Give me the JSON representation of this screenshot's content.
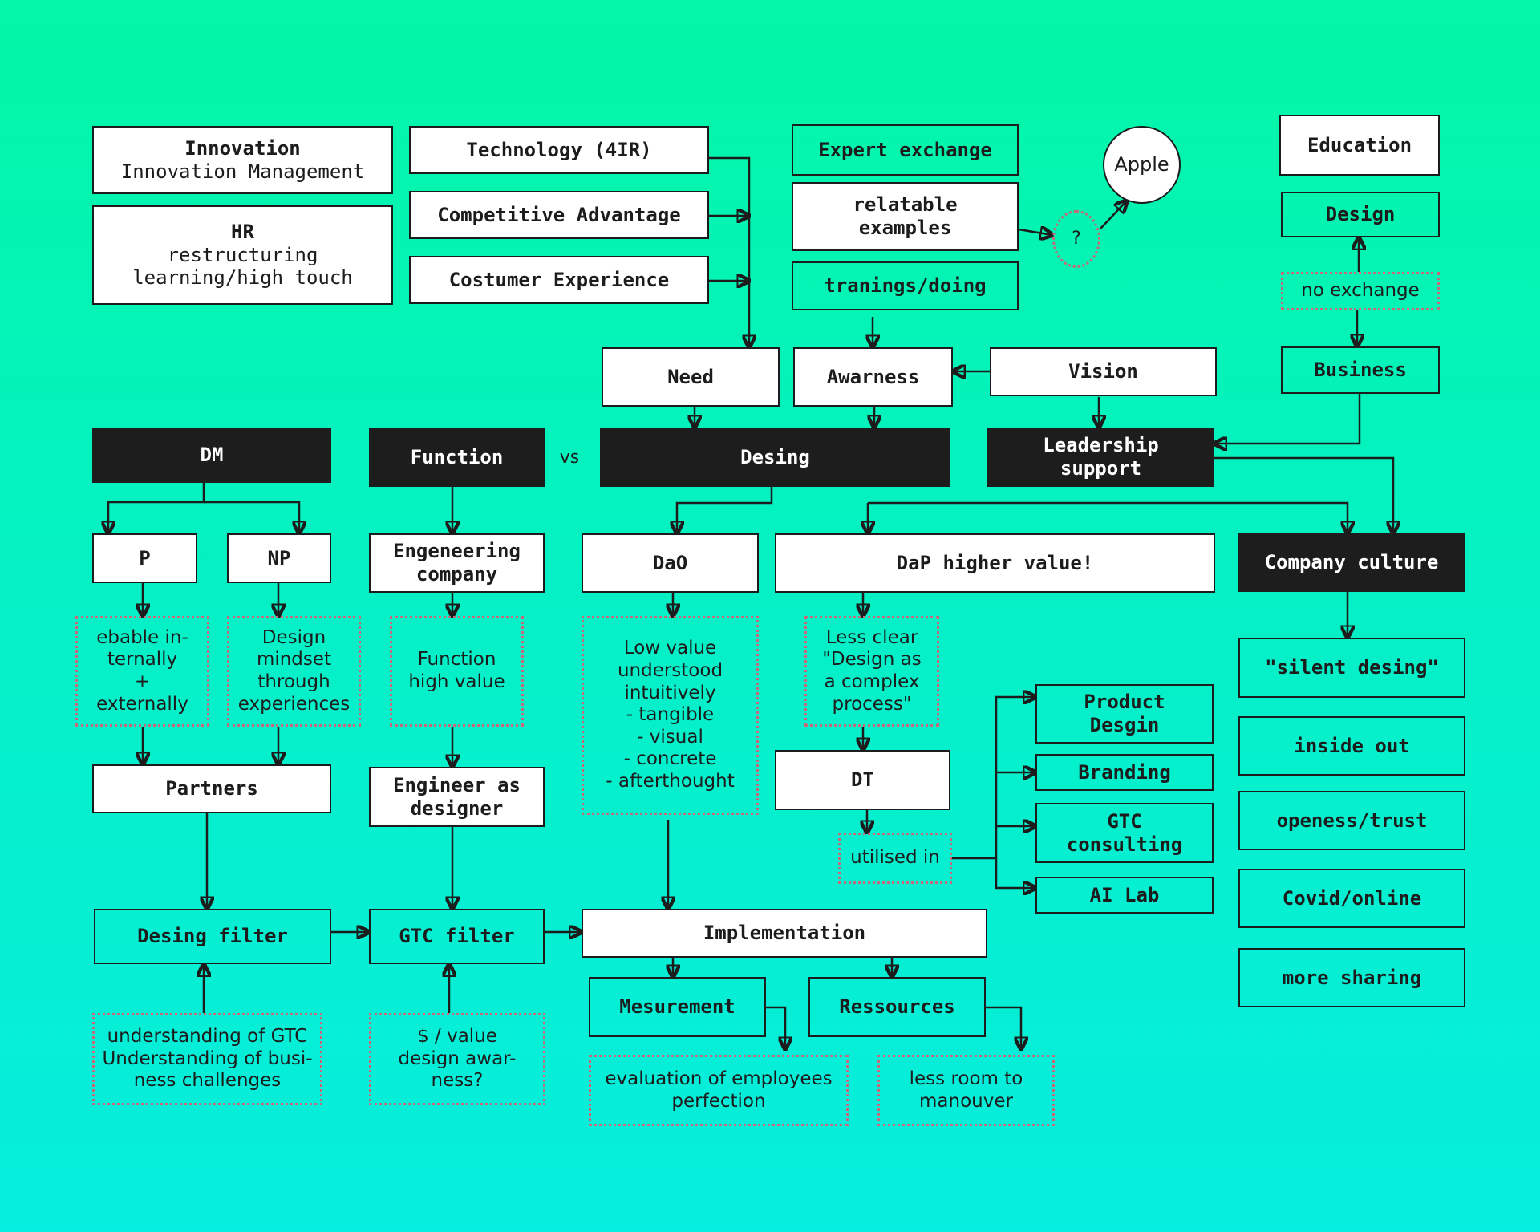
{
  "nodes": [
    {
      "id": "innovation",
      "lines": [
        "Innovation",
        "Innovation Management"
      ]
    },
    {
      "id": "hr",
      "lines": [
        "HR",
        "restructuring",
        "learning/high touch"
      ]
    },
    {
      "id": "technology",
      "lines": [
        "Technology (4IR)"
      ]
    },
    {
      "id": "competitive",
      "lines": [
        "Competitive Advantage"
      ]
    },
    {
      "id": "costumer",
      "lines": [
        "Costumer Experience"
      ]
    },
    {
      "id": "expert",
      "lines": [
        "Expert exchange"
      ]
    },
    {
      "id": "relatable",
      "lines": [
        "relatable",
        "examples"
      ]
    },
    {
      "id": "tranings",
      "lines": [
        "tranings/doing"
      ]
    },
    {
      "id": "apple",
      "lines": [
        "Apple"
      ]
    },
    {
      "id": "question",
      "lines": [
        "?"
      ]
    },
    {
      "id": "education",
      "lines": [
        "Education"
      ]
    },
    {
      "id": "design_edu",
      "lines": [
        "Design"
      ]
    },
    {
      "id": "no_exchange",
      "lines": [
        "no exchange"
      ]
    },
    {
      "id": "business",
      "lines": [
        "Business"
      ]
    },
    {
      "id": "need",
      "lines": [
        "Need"
      ]
    },
    {
      "id": "awarness",
      "lines": [
        "Awarness"
      ]
    },
    {
      "id": "vision",
      "lines": [
        "Vision"
      ]
    },
    {
      "id": "dm",
      "lines": [
        "DM"
      ]
    },
    {
      "id": "function",
      "lines": [
        "Function"
      ]
    },
    {
      "id": "vs",
      "lines": [
        "vs"
      ]
    },
    {
      "id": "desing",
      "lines": [
        "Desing"
      ]
    },
    {
      "id": "leadership",
      "lines": [
        "Leadership",
        "support"
      ]
    },
    {
      "id": "p",
      "lines": [
        "P"
      ]
    },
    {
      "id": "np",
      "lines": [
        "NP"
      ]
    },
    {
      "id": "engeneering",
      "lines": [
        "Engeneering",
        "company"
      ]
    },
    {
      "id": "dao",
      "lines": [
        "DaO"
      ]
    },
    {
      "id": "dap",
      "lines": [
        "DaP higher value!"
      ]
    },
    {
      "id": "company_culture",
      "lines": [
        "Company culture"
      ]
    },
    {
      "id": "ebable",
      "lines": [
        "ebable in-",
        "ternally",
        "+",
        "externally"
      ]
    },
    {
      "id": "design_mindset",
      "lines": [
        "Design",
        "mindset",
        "through",
        "experiences"
      ]
    },
    {
      "id": "function_high",
      "lines": [
        "Function",
        "high value"
      ]
    },
    {
      "id": "low_value",
      "lines": [
        "Low value",
        "understood",
        "intuitively",
        "- tangible",
        "- visual",
        "- concrete",
        "- afterthought"
      ]
    },
    {
      "id": "less_clear",
      "lines": [
        "Less clear",
        "\"Design as",
        "a complex",
        "process\""
      ]
    },
    {
      "id": "silent",
      "lines": [
        "\"silent desing\""
      ]
    },
    {
      "id": "product_desgin",
      "lines": [
        "Product",
        "Desgin"
      ]
    },
    {
      "id": "branding",
      "lines": [
        "Branding"
      ]
    },
    {
      "id": "gtc_consulting",
      "lines": [
        "GTC",
        "consulting"
      ]
    },
    {
      "id": "ai_lab",
      "lines": [
        "AI Lab"
      ]
    },
    {
      "id": "inside_out",
      "lines": [
        "inside out"
      ]
    },
    {
      "id": "openess",
      "lines": [
        "openess/trust"
      ]
    },
    {
      "id": "covid",
      "lines": [
        "Covid/online"
      ]
    },
    {
      "id": "more_sharing",
      "lines": [
        "more sharing"
      ]
    },
    {
      "id": "partners",
      "lines": [
        "Partners"
      ]
    },
    {
      "id": "engineer_designer",
      "lines": [
        "Engineer as",
        "designer"
      ]
    },
    {
      "id": "dt",
      "lines": [
        "DT"
      ]
    },
    {
      "id": "utilised",
      "lines": [
        "utilised in"
      ]
    },
    {
      "id": "desing_filter",
      "lines": [
        "Desing filter"
      ]
    },
    {
      "id": "gtc_filter",
      "lines": [
        "GTC filter"
      ]
    },
    {
      "id": "implementation",
      "lines": [
        "Implementation"
      ]
    },
    {
      "id": "mesurement",
      "lines": [
        "Mesurement"
      ]
    },
    {
      "id": "ressources",
      "lines": [
        "Ressources"
      ]
    },
    {
      "id": "understanding_gtc",
      "lines": [
        "understanding of GTC",
        "Understanding of busi-",
        "ness challenges"
      ]
    },
    {
      "id": "dollar_value",
      "lines": [
        "$ / value",
        "design awar-",
        "ness?"
      ]
    },
    {
      "id": "evaluation",
      "lines": [
        "evaluation of employees",
        "perfection"
      ]
    },
    {
      "id": "less_room",
      "lines": [
        "less room to",
        "manouver"
      ]
    }
  ],
  "edges": [
    {
      "from": "technology",
      "to": "need"
    },
    {
      "from": "competitive",
      "to": "need"
    },
    {
      "from": "costumer",
      "to": "need"
    },
    {
      "from": "tranings",
      "to": "awarness"
    },
    {
      "from": "vision",
      "to": "awarness"
    },
    {
      "from": "vision",
      "to": "leadership"
    },
    {
      "from": "need",
      "to": "desing"
    },
    {
      "from": "awarness",
      "to": "desing"
    },
    {
      "from": "no_exchange",
      "to": "design_edu"
    },
    {
      "from": "no_exchange",
      "to": "business"
    },
    {
      "from": "business",
      "to": "leadership"
    },
    {
      "from": "relatable",
      "to": "question"
    },
    {
      "from": "question",
      "to": "apple"
    },
    {
      "from": "dm",
      "to": "p"
    },
    {
      "from": "dm",
      "to": "np"
    },
    {
      "from": "function",
      "to": "engeneering"
    },
    {
      "from": "desing",
      "to": "dao"
    },
    {
      "from": "desing",
      "to": "dap"
    },
    {
      "from": "desing",
      "to": "company_culture"
    },
    {
      "from": "leadership",
      "to": "company_culture"
    },
    {
      "from": "p",
      "to": "ebable"
    },
    {
      "from": "np",
      "to": "design_mindset"
    },
    {
      "from": "engeneering",
      "to": "function_high"
    },
    {
      "from": "dao",
      "to": "low_value"
    },
    {
      "from": "dap",
      "to": "less_clear"
    },
    {
      "from": "company_culture",
      "to": "silent"
    },
    {
      "from": "ebable",
      "to": "partners"
    },
    {
      "from": "design_mindset",
      "to": "partners"
    },
    {
      "from": "function_high",
      "to": "engineer_designer"
    },
    {
      "from": "less_clear",
      "to": "dt"
    },
    {
      "from": "dt",
      "to": "utilised"
    },
    {
      "from": "utilised",
      "to": "product_desgin"
    },
    {
      "from": "utilised",
      "to": "branding"
    },
    {
      "from": "utilised",
      "to": "gtc_consulting"
    },
    {
      "from": "utilised",
      "to": "ai_lab"
    },
    {
      "from": "partners",
      "to": "desing_filter"
    },
    {
      "from": "engineer_designer",
      "to": "gtc_filter"
    },
    {
      "from": "low_value",
      "to": "implementation"
    },
    {
      "from": "desing_filter",
      "to": "gtc_filter"
    },
    {
      "from": "gtc_filter",
      "to": "implementation"
    },
    {
      "from": "understanding_gtc",
      "to": "desing_filter"
    },
    {
      "from": "dollar_value",
      "to": "gtc_filter"
    },
    {
      "from": "implementation",
      "to": "mesurement"
    },
    {
      "from": "implementation",
      "to": "ressources"
    },
    {
      "from": "mesurement",
      "to": "evaluation"
    },
    {
      "from": "ressources",
      "to": "less_room"
    }
  ]
}
